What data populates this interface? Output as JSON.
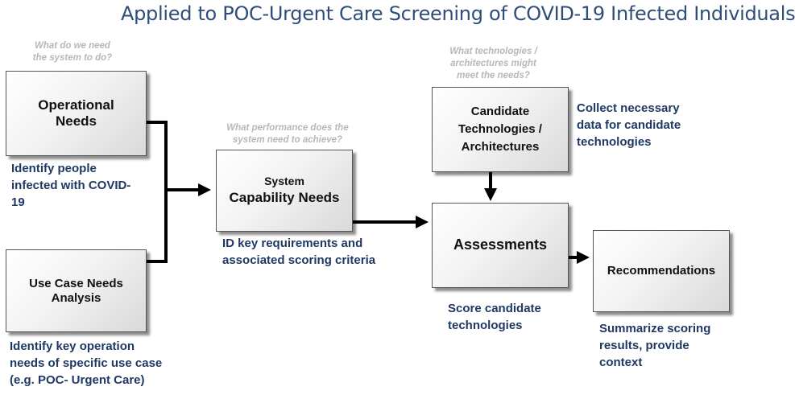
{
  "title": "Applied to POC-Urgent Care Screening of COVID-19 Infected Individuals",
  "questions": {
    "operational": [
      "What do we need",
      "the system to do?"
    ],
    "capability": [
      "What performance does the",
      "system need to achieve?"
    ],
    "technologies": [
      "What technologies /",
      "architectures might",
      "meet the needs?"
    ]
  },
  "boxes": {
    "operational": [
      "Operational",
      "Needs"
    ],
    "usecase": [
      "Use Case Needs",
      "Analysis"
    ],
    "capability": [
      "System",
      "Capability  Needs"
    ],
    "candidate": [
      "Candidate",
      "Technologies  /",
      "Architectures"
    ],
    "assessments": [
      "Assessments"
    ],
    "recommendations": [
      "Recommendations"
    ]
  },
  "notes": {
    "operational": [
      "Identify people",
      "infected with COVID-",
      "19"
    ],
    "usecase": [
      "Identify key operation",
      "needs of specific use case",
      "(e.g. POC- Urgent Care)"
    ],
    "capability": [
      "ID key requirements and",
      "associated scoring criteria"
    ],
    "candidate": [
      "Collect necessary",
      "data for candidate",
      "technologies"
    ],
    "assessments": [
      "Score candidate",
      "technologies"
    ],
    "recommendations": [
      "Summarize scoring",
      "results, provide",
      "context"
    ]
  },
  "colors": {
    "title": "#2f4d78",
    "note": "#1f3864",
    "question": "#b7b7b7",
    "arrow": "#000000"
  }
}
